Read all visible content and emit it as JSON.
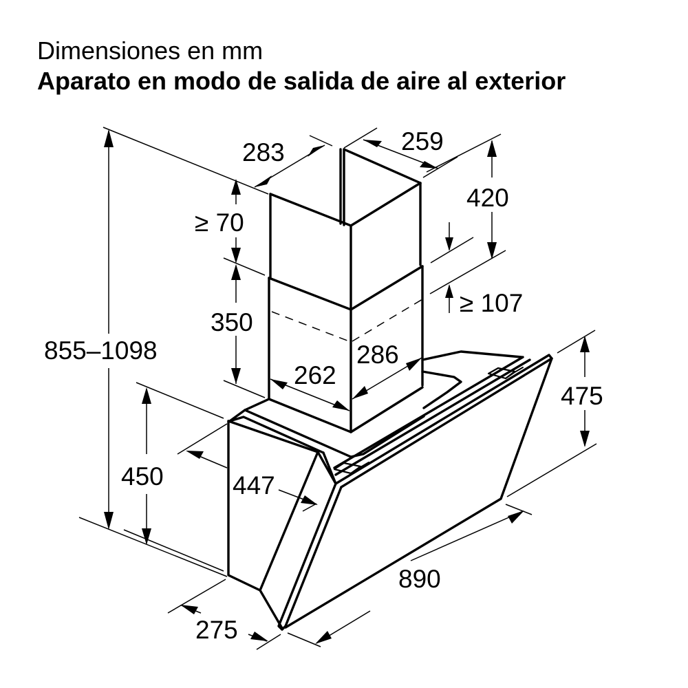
{
  "header": {
    "subtitle": "Dimensiones en mm",
    "title": "Aparato en modo de salida de aire al exterior"
  },
  "dimensions": {
    "total_height": "855–1098",
    "chimney_upper_depth": "283",
    "chimney_upper_width": "259",
    "chimney_upper_height": "420",
    "min_clearance_top": "≥ 70",
    "chimney_lower_height": "350",
    "overlap_min": "≥ 107",
    "chimney_lower_width": "262",
    "chimney_lower_depth": "286",
    "hood_back_height": "450",
    "hood_depth": "447",
    "hood_front_height": "475",
    "hood_bottom_depth": "275",
    "hood_width": "890"
  },
  "colors": {
    "line": "#000000",
    "background": "#ffffff"
  }
}
